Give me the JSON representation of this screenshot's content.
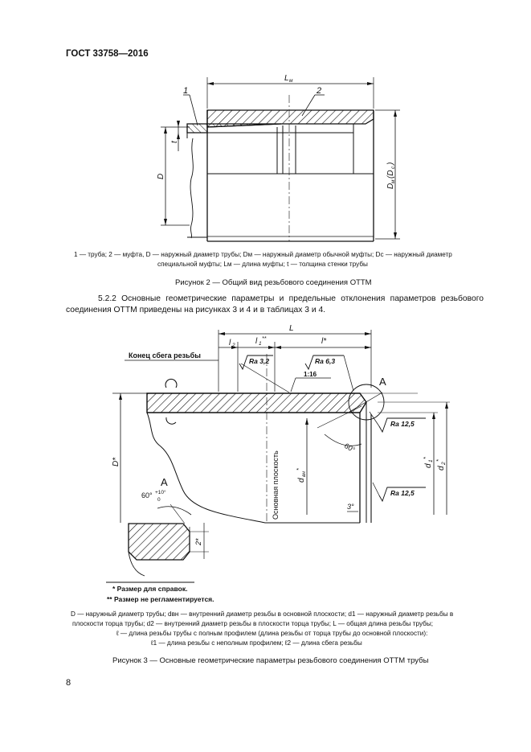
{
  "header": {
    "standard": "ГОСТ 33758—2016"
  },
  "figure2": {
    "labels": {
      "part1": "1",
      "part2": "2",
      "lm": "L",
      "lm_sub": "м",
      "t": "t",
      "D": "D",
      "Dm": "D",
      "Dm_sub": "м",
      "Dc": "(D",
      "Dc_sub": "с",
      "Dc_close": ")"
    },
    "legend_line1": "1 — труба; 2 — муфта, D — наружный диаметр трубы;  Dм — наружный диаметр обычной муфты; Dс — наружный диаметр",
    "legend_line2": "специальной муфты; Lм — длина муфты;  t — толщина стенки трубы",
    "caption": "Рисунок 2 — Общий вид резьбового соединения ОТТМ"
  },
  "paragraph": "5.2.2 Основные геометрические параметры и предельные отклонения параметров резьбового соединения ОТТМ приведены на рисунках 3 и 4 и в таблицах 3 и 4.",
  "figure3": {
    "labels": {
      "L": "L",
      "l2": "l",
      "l2_sub": "2",
      "l1": "l",
      "l1_sub": "1",
      "l1_mark": "**",
      "l": "l*",
      "thread_end": "Конец сбега резьбы",
      "ra32": "Ra 3,2",
      "ra63": "Ra 6,3",
      "ra125a": "Ra 12,5",
      "ra125b": "Ra 12,5",
      "taper": "1:16",
      "detail": "A",
      "angle60": "60°",
      "D": "D*",
      "d2": "d",
      "d2_sub": "2",
      "d2_mark": "*",
      "d1": "d",
      "d1_sub": "1",
      "d1_mark": "*",
      "dvn": "d",
      "dvn_sub": "вн",
      "dvn_mark": "*",
      "plane": "Основная плоскость",
      "three": "3°",
      "detailA": "A",
      "angle_tol": "60°",
      "angle_tol_sup": "+10°",
      "angle_tol_sub": "0",
      "two": "2*"
    },
    "notes": {
      "ref": "* Размер для справок.",
      "nonreg": "** Размер не регламентируется."
    },
    "legend": [
      "D — наружный диаметр трубы;  dвн — внутренний диаметр резьбы в основной плоскости; d1 — наружный диаметр резьбы в",
      "плоскости торца трубы; d2 — внутренний диаметр резьбы в плоскости торца трубы;  L — общая длина резьбы трубы;",
      "ℓ — длина резьбы трубы с полным профилем (длина резьбы от торца трубы до основной плоскости):",
      "ℓ1 — длина резьбы с неполным профилем;  ℓ2 — длина сбега резьбы"
    ],
    "caption": "Рисунок 3 — Основные геометрические параметры резьбового соединения ОТТМ трубы"
  },
  "footer": {
    "page_number": "8"
  }
}
